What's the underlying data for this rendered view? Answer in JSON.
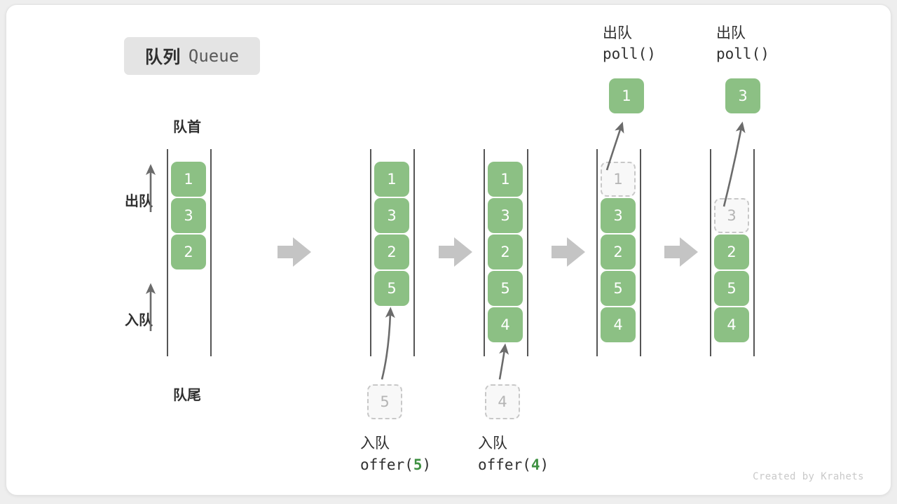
{
  "diagram": {
    "title_cn": "队列",
    "title_en": "Queue",
    "head_label": "队首",
    "tail_label": "队尾",
    "dequeue_label": "出队",
    "enqueue_label": "入队",
    "footer": "Created by Krahets",
    "colors": {
      "cell_green": "#8cc084",
      "ghost_fill": "#f8f8f8",
      "ghost_border": "#c8c8c8",
      "rail": "#555555",
      "step_arrow": "#c4c4c4",
      "badge_bg": "#e4e4e4",
      "text_dark": "#2f2f2f",
      "code_arg_green": "#3f9142"
    }
  },
  "stages": [
    {
      "id": "initial",
      "cells": [
        {
          "value": "1",
          "state": "filled"
        },
        {
          "value": "3",
          "state": "filled"
        },
        {
          "value": "2",
          "state": "filled"
        }
      ],
      "caption_cn": "",
      "caption_code": "",
      "caption_arg": ""
    },
    {
      "id": "offer-5",
      "cells": [
        {
          "value": "1",
          "state": "filled"
        },
        {
          "value": "3",
          "state": "filled"
        },
        {
          "value": "2",
          "state": "filled"
        },
        {
          "value": "5",
          "state": "filled"
        }
      ],
      "incoming": {
        "value": "5",
        "state": "ghost"
      },
      "caption_cn": "入队",
      "caption_code_prefix": "offer(",
      "caption_arg": "5",
      "caption_code_suffix": ")"
    },
    {
      "id": "offer-4",
      "cells": [
        {
          "value": "1",
          "state": "filled"
        },
        {
          "value": "3",
          "state": "filled"
        },
        {
          "value": "2",
          "state": "filled"
        },
        {
          "value": "5",
          "state": "filled"
        },
        {
          "value": "4",
          "state": "filled"
        }
      ],
      "incoming": {
        "value": "4",
        "state": "ghost"
      },
      "caption_cn": "入队",
      "caption_code_prefix": "offer(",
      "caption_arg": "4",
      "caption_code_suffix": ")"
    },
    {
      "id": "poll-1",
      "cells": [
        {
          "value": "1",
          "state": "ghost"
        },
        {
          "value": "3",
          "state": "filled"
        },
        {
          "value": "2",
          "state": "filled"
        },
        {
          "value": "5",
          "state": "filled"
        },
        {
          "value": "4",
          "state": "filled"
        }
      ],
      "outgoing": {
        "value": "1",
        "state": "filled"
      },
      "top_cn": "出队",
      "top_code": "poll()"
    },
    {
      "id": "poll-3",
      "cells": [
        {
          "value": "",
          "state": "empty"
        },
        {
          "value": "3",
          "state": "ghost"
        },
        {
          "value": "2",
          "state": "filled"
        },
        {
          "value": "5",
          "state": "filled"
        },
        {
          "value": "4",
          "state": "filled"
        }
      ],
      "outgoing": {
        "value": "3",
        "state": "filled"
      },
      "top_cn": "出队",
      "top_code": "poll()"
    }
  ]
}
